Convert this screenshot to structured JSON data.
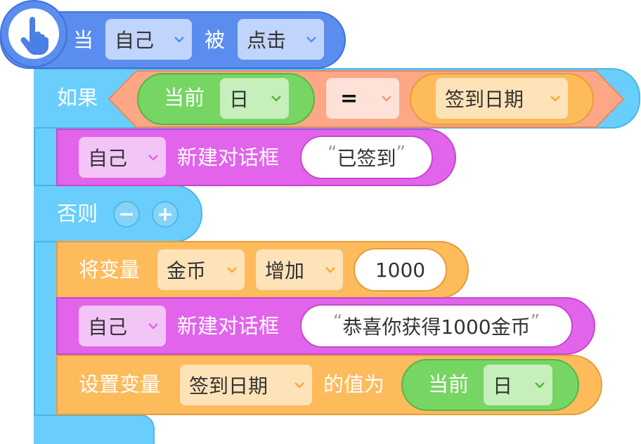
{
  "colors": {
    "event": "#5b8def",
    "control": "#6acefc",
    "compare": "#fda786",
    "green": "#76d563",
    "purple": "#e264eb",
    "orange": "#fdbb5c",
    "white": "#ffffff"
  },
  "event_block": {
    "icon": "hand-pointer-icon",
    "when_label": "当",
    "target": "自己",
    "by_label": "被",
    "action": "点击"
  },
  "if_block": {
    "if_label": "如果",
    "condition": {
      "left": {
        "label": "当前",
        "unit": "日"
      },
      "operator": "=",
      "right": "签到日期"
    }
  },
  "say_block_1": {
    "target": "自己",
    "action": "新建对话框",
    "open_quote": "“",
    "text": "已签到",
    "close_quote": "”"
  },
  "else_block": {
    "else_label": "否则",
    "minus": "−",
    "plus": "+"
  },
  "change_var_block": {
    "label": "将变量",
    "variable": "金币",
    "op": "增加",
    "value": "1000"
  },
  "say_block_2": {
    "target": "自己",
    "action": "新建对话框",
    "open_quote": "“",
    "text": "恭喜你获得1000金币",
    "close_quote": "”"
  },
  "set_var_block": {
    "label": "设置变量",
    "variable": "签到日期",
    "value_label": "的值为",
    "value": {
      "label": "当前",
      "unit": "日"
    }
  }
}
